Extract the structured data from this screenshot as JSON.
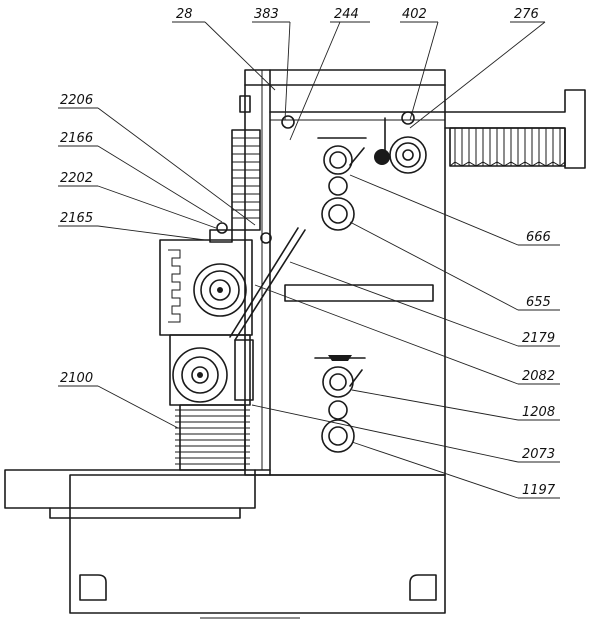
{
  "callouts": {
    "c28": "28",
    "c383": "383",
    "c244": "244",
    "c402": "402",
    "c276": "276",
    "c2206": "2206",
    "c2166": "2166",
    "c2202": "2202",
    "c2165": "2165",
    "c2100": "2100",
    "c666": "666",
    "c655": "655",
    "c2179": "2179",
    "c2082": "2082",
    "c1208": "1208",
    "c2073": "2073",
    "c1197": "1197"
  }
}
